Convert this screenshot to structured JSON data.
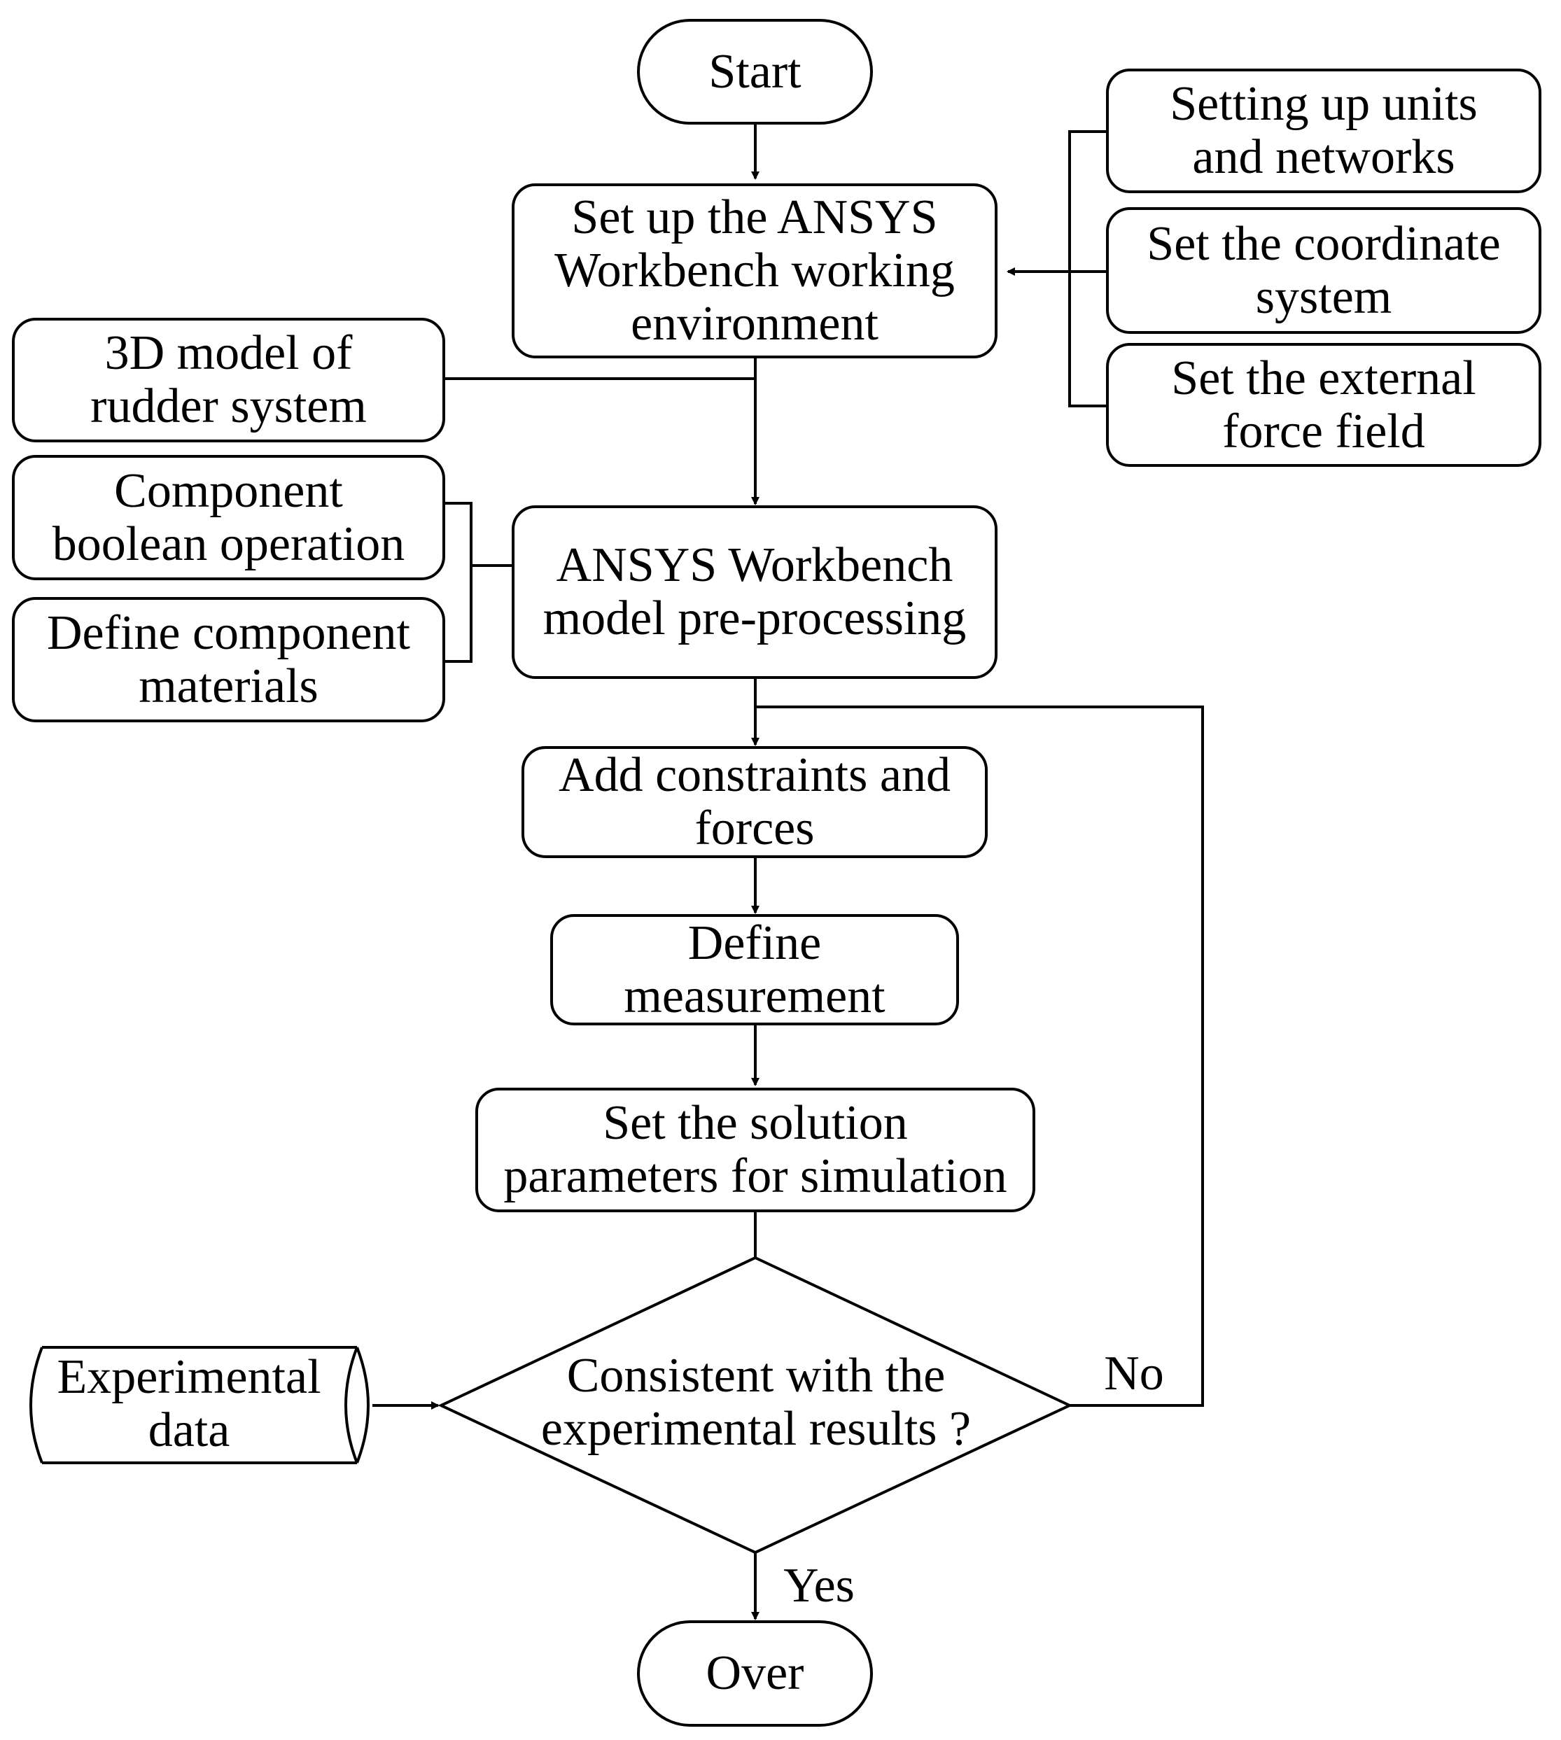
{
  "nodes": {
    "start": "Start",
    "setup_env": "Set up the ANSYS\nWorkbench working\nenvironment",
    "units": "Setting up units\nand networks",
    "coords": "Set the coordinate\nsystem",
    "force_field": "Set the external\nforce field",
    "model3d": "3D model of\nrudder system",
    "boolean": "Component\nboolean operation",
    "materials": "Define component\nmaterials",
    "preprocess": "ANSYS Workbench\nmodel pre-processing",
    "constraints": "Add constraints and\nforces",
    "measurement": "Define\nmeasurement",
    "solution": "Set the solution\nparameters for simulation",
    "decision": "Consistent with the\nexperimental results ?",
    "experimental": "Experimental\ndata",
    "over": "Over"
  },
  "edges": {
    "no_label": "No",
    "yes_label": "Yes"
  }
}
